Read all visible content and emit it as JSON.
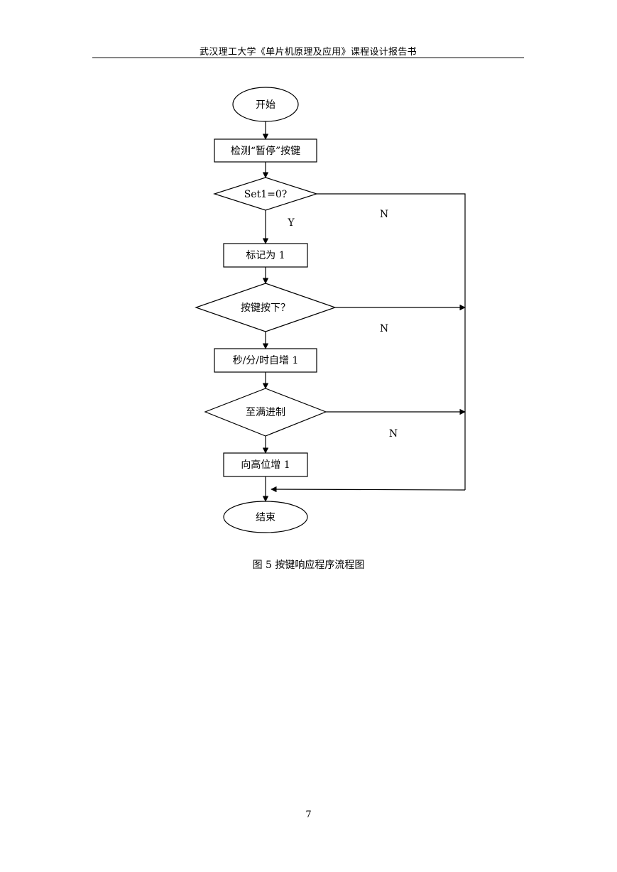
{
  "header": {
    "title": "武汉理工大学《单片机原理及应用》课程设计报告书"
  },
  "flowchart": {
    "nodes": {
      "start": "开始",
      "detect": "检测“暂停”按键",
      "cond_set1": "Set1=0?",
      "mark": "标记为 1",
      "cond_key": "按键按下？",
      "increment": "秒/分/时自增 1",
      "cond_carry": "至满进制",
      "carry": "向高位增 1",
      "end": "结束"
    },
    "labels": {
      "yes_set1": "Y",
      "no_set1": "N",
      "no_key": "N",
      "no_carry": "N"
    }
  },
  "caption": "图 5  按键响应程序流程图",
  "page_number": "7"
}
